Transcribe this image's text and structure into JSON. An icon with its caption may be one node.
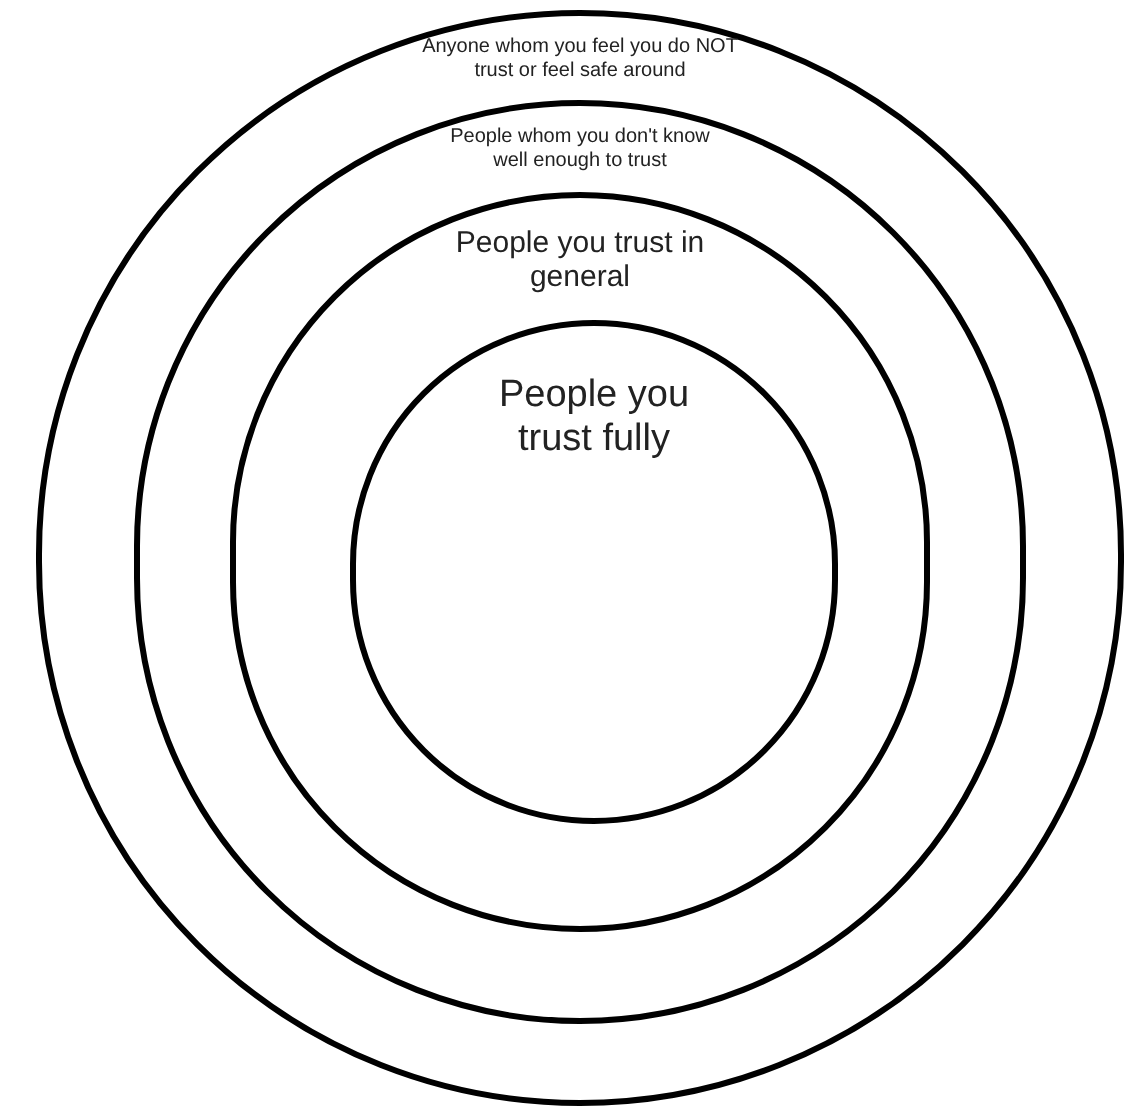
{
  "diagram": {
    "nodes": [
      {
        "text": [
          "Anyone whom you feel you do NOT trust or feel safe around"
        ]
      },
      {
        "text": [
          "People whom you don't know well enough to trust"
        ],
        "in": 0
      },
      {
        "text": [
          "People you trust in general"
        ],
        "in": 1
      },
      {
        "text": [
          "People you trust fully"
        ],
        "in": 2
      }
    ]
  }
}
